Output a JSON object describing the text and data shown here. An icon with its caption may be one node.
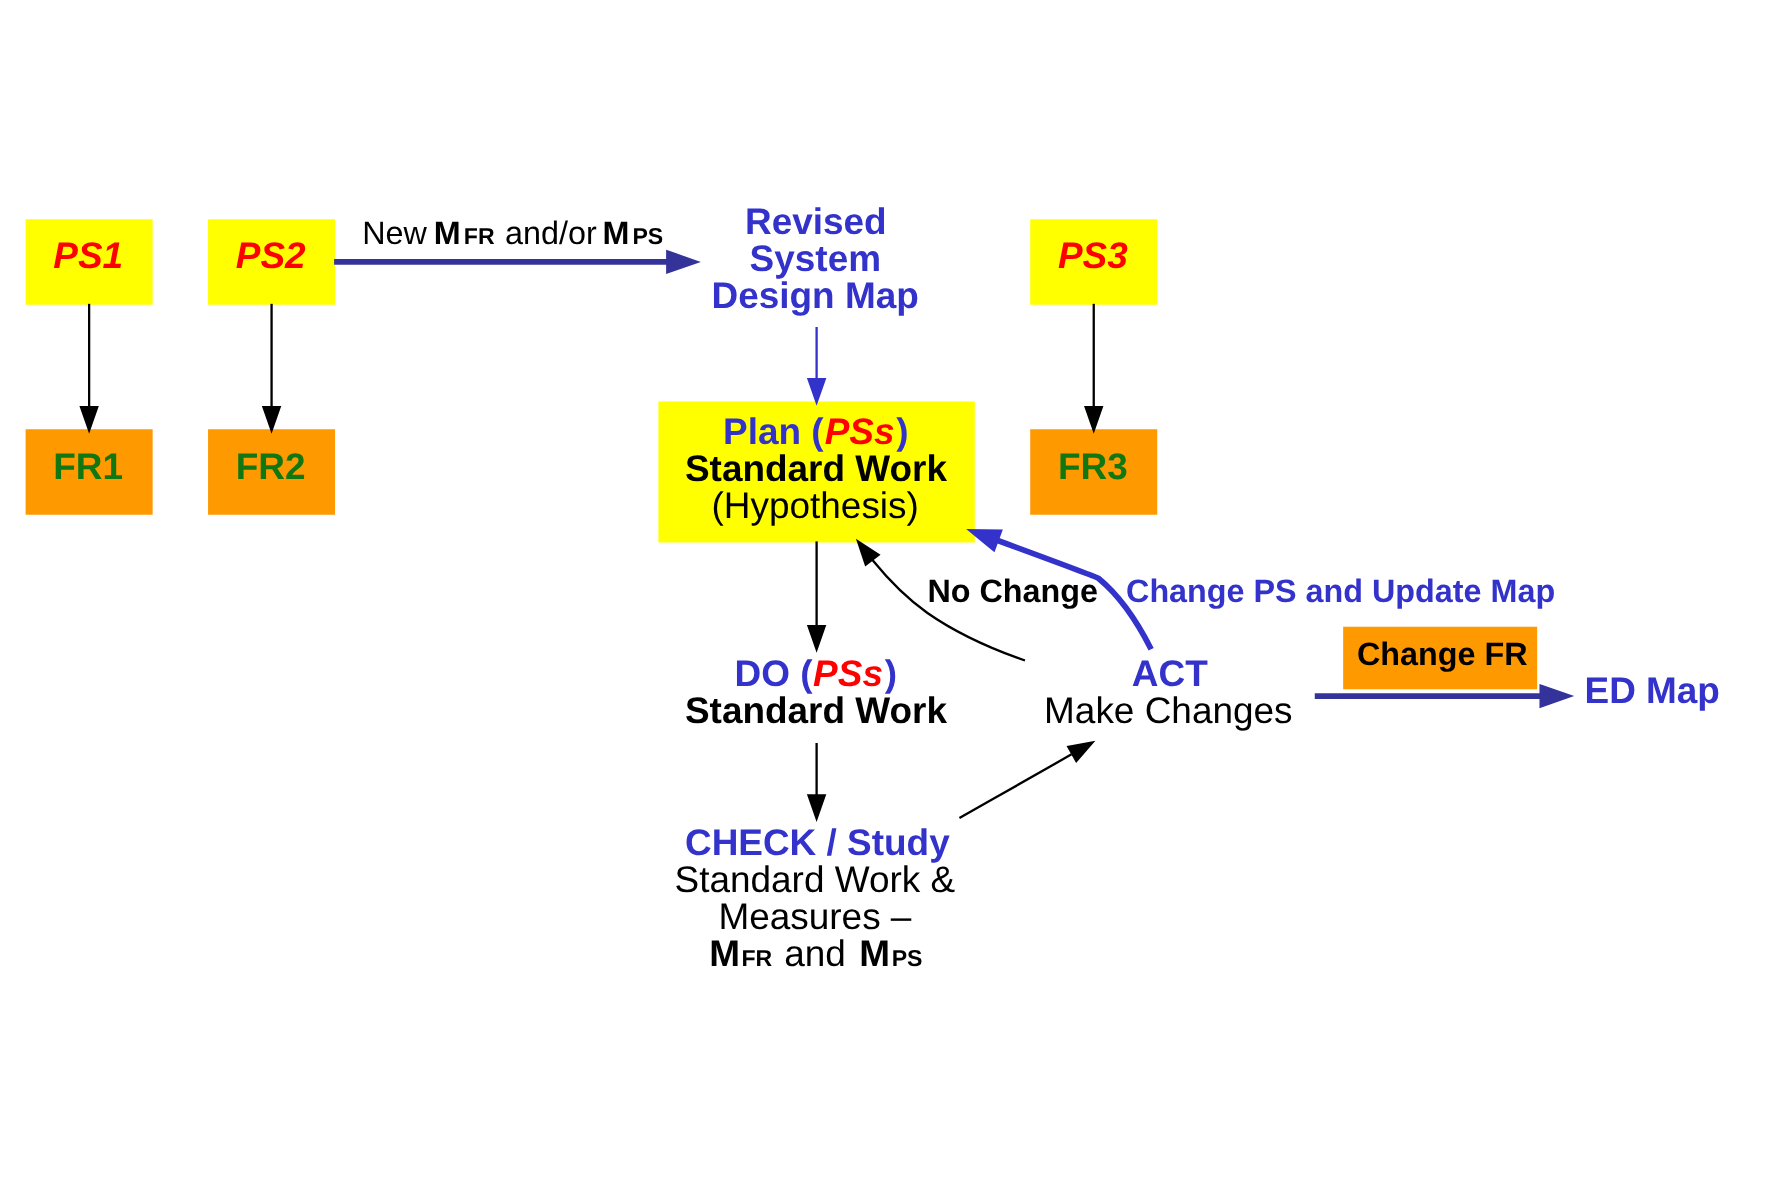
{
  "diagram": {
    "nodes": [
      {
        "text": [
          "*PS1*"
        ]
      },
      {
        "text": [
          "*PS2*"
        ]
      },
      {
        "text": [
          "*PS3*"
        ]
      },
      {
        "text": [
          "FR1"
        ]
      },
      {
        "text": [
          "FR2"
        ]
      },
      {
        "text": [
          "FR3"
        ]
      },
      {
        "text": [
          "ED Map"
        ]
      },
      {
        "text": [
          "Revised System Design Map"
        ]
      },
      {
        "text": [
          "Plan (*PSs*)",
          "Standard Work",
          "(Hypothesis)"
        ]
      },
      {
        "text": [
          "DO (*PSs*)",
          "Standard Work"
        ]
      },
      {
        "text": [
          "CHECK / Study",
          "Standard Work & Measures – **M**$_{FR}$ and **M**$_{PS}$"
        ]
      },
      {
        "text": [
          "ACT",
          "Make Changes"
        ]
      }
    ],
    "edges": [
      {
        "from": 0,
        "to": 3,
        "arrow": "to"
      },
      {
        "from": 1,
        "to": 4,
        "arrow": "to"
      },
      {
        "from": 2,
        "to": 5,
        "arrow": "to"
      },
      {
        "from": 1,
        "to": 7,
        "arrow": "to",
        "label": "New **M**$_{FR}$ and/or **M**$_{PS}$",
        "style": "thick",
        "color": "#333399"
      },
      {
        "from": 7,
        "to": 8,
        "arrow": "to",
        "color": "#3333cc"
      },
      {
        "from": 8,
        "to": 9,
        "arrow": "to"
      },
      {
        "from": 9,
        "to": 10,
        "arrow": "to"
      },
      {
        "from": 10,
        "to": 11,
        "arrow": "to"
      },
      {
        "from": 11,
        "to": 8,
        "arrow": "to",
        "label": "No Change"
      },
      {
        "from": 11,
        "to": 8,
        "arrow": "to",
        "label": "Change PS and Update Map",
        "style": "thick",
        "color": "#3333cc"
      },
      {
        "from": 11,
        "to": 6,
        "arrow": "to",
        "label": "Change FR",
        "style": "thick",
        "color": "#333399"
      }
    ]
  }
}
